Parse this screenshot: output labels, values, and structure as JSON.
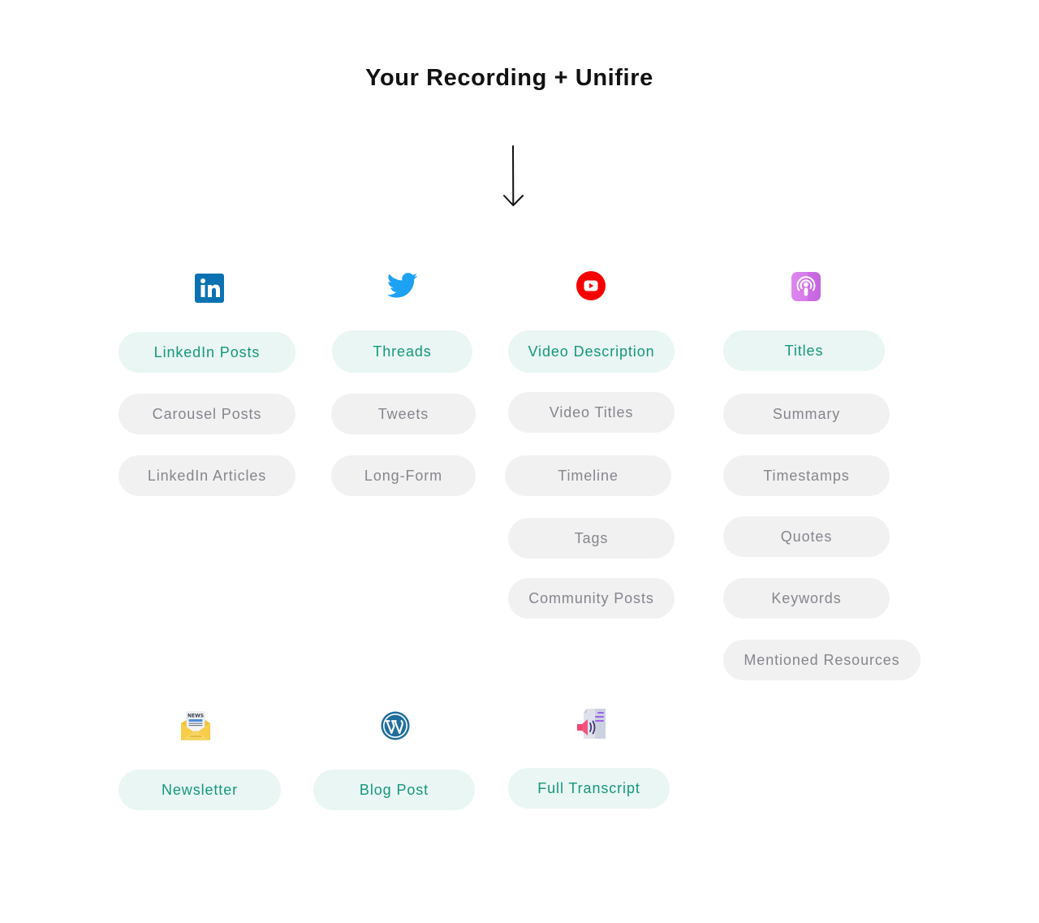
{
  "title": "Your Recording + Unifire",
  "colors": {
    "primary_pill_bg": "#e9f6f3",
    "primary_pill_text": "#16977c",
    "secondary_pill_bg": "#f1f1f2",
    "secondary_pill_text": "#85858d"
  },
  "platforms": [
    {
      "name": "LinkedIn",
      "icon": "linkedin-icon",
      "outputs": [
        {
          "label": "LinkedIn Posts",
          "type": "primary"
        },
        {
          "label": "Carousel Posts",
          "type": "secondary"
        },
        {
          "label": "LinkedIn Articles",
          "type": "secondary"
        }
      ]
    },
    {
      "name": "Twitter",
      "icon": "twitter-icon",
      "outputs": [
        {
          "label": "Threads",
          "type": "primary"
        },
        {
          "label": "Tweets",
          "type": "secondary"
        },
        {
          "label": "Long-Form",
          "type": "secondary"
        }
      ]
    },
    {
      "name": "YouTube",
      "icon": "youtube-icon",
      "outputs": [
        {
          "label": "Video Description",
          "type": "primary"
        },
        {
          "label": "Video Titles",
          "type": "secondary"
        },
        {
          "label": "Timeline",
          "type": "secondary"
        },
        {
          "label": "Tags",
          "type": "secondary"
        },
        {
          "label": "Community Posts",
          "type": "secondary"
        }
      ]
    },
    {
      "name": "Podcasts",
      "icon": "podcast-icon",
      "outputs": [
        {
          "label": "Titles",
          "type": "primary"
        },
        {
          "label": "Summary",
          "type": "secondary"
        },
        {
          "label": "Timestamps",
          "type": "secondary"
        },
        {
          "label": "Quotes",
          "type": "secondary"
        },
        {
          "label": "Keywords",
          "type": "secondary"
        },
        {
          "label": "Mentioned Resources",
          "type": "secondary"
        }
      ]
    },
    {
      "name": "Newsletter",
      "icon": "newsletter-icon",
      "outputs": [
        {
          "label": "Newsletter",
          "type": "primary"
        }
      ]
    },
    {
      "name": "WordPress",
      "icon": "wordpress-icon",
      "outputs": [
        {
          "label": "Blog Post",
          "type": "primary"
        }
      ]
    },
    {
      "name": "Transcript",
      "icon": "transcript-icon",
      "outputs": [
        {
          "label": "Full Transcript",
          "type": "primary"
        }
      ]
    }
  ]
}
